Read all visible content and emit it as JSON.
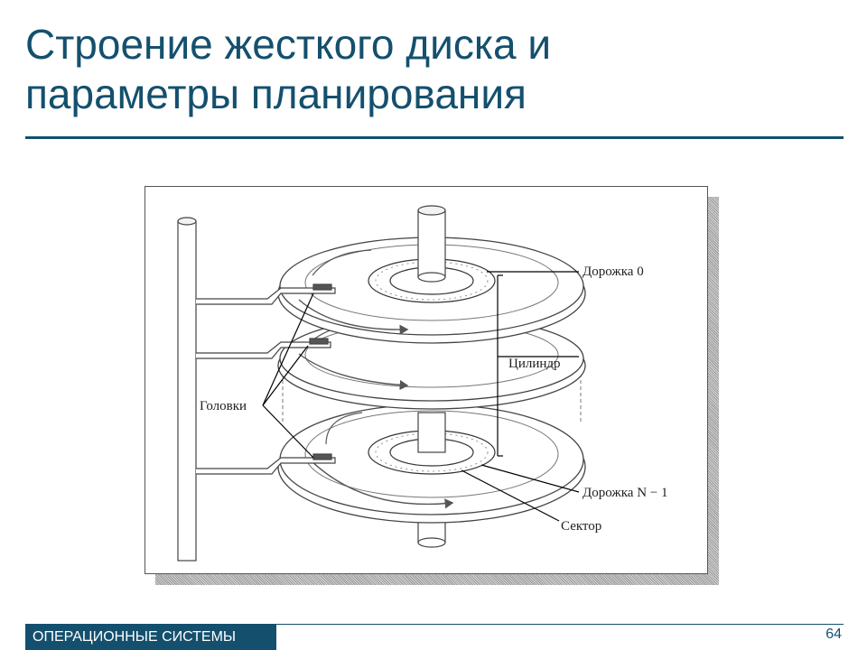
{
  "slide": {
    "title_line1": "Строение жесткого диска и",
    "title_line2": "параметры планирования",
    "accent_color": "#14506e"
  },
  "diagram": {
    "labels": {
      "track0": "Дорожка 0",
      "cylinder": "Цилиндр",
      "heads": "Головки",
      "trackN": "Дорожка N − 1",
      "sector": "Сектор"
    }
  },
  "footer": {
    "course": "ОПЕРАЦИОННЫЕ СИСТЕМЫ",
    "page": "64"
  }
}
